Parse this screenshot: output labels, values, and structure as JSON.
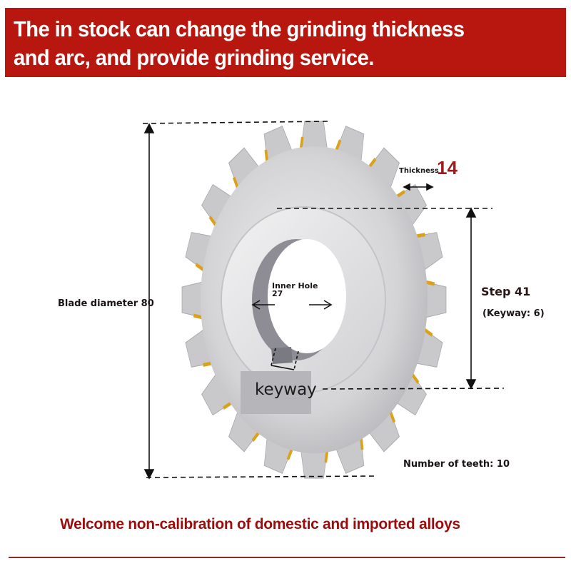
{
  "banner": {
    "line1": "The in stock can change the grinding thickness",
    "line2": "and arc, and provide grinding service.",
    "color": "#b8170f"
  },
  "diagram": {
    "blade_diameter_label": "Blade diameter 80",
    "thickness_label": "Thickness",
    "thickness_value": "14",
    "step_label": "Step 41",
    "keyway_spec": "(Keyway: 6)",
    "inner_hole_label": "Inner Hole",
    "inner_hole_value": "27",
    "keyway_tag": "keyway",
    "teeth_label": "Number of teeth: 10",
    "colors": {
      "steel": "#d6d6d8",
      "gold_tip": "#d9a21a",
      "accent_red": "#9b1b1f"
    }
  },
  "footer": {
    "text": "Welcome non-calibration of domestic and imported alloys",
    "color": "#9b0d0d"
  }
}
